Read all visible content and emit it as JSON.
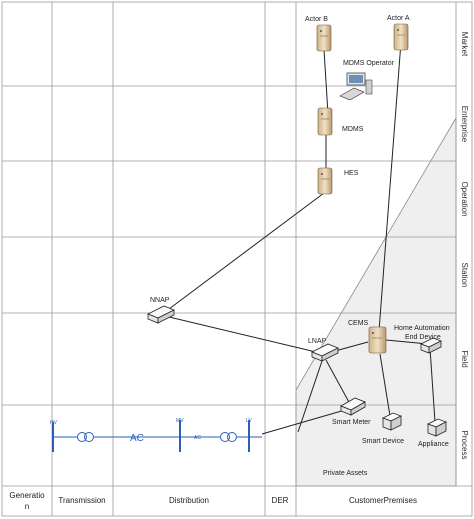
{
  "zones": [
    "Market",
    "Enterprise",
    "Operation",
    "Station",
    "Field",
    "Process"
  ],
  "domains": [
    "Generatio",
    "n",
    "Transmission",
    "Distribution",
    "DER",
    "CustomerPremises"
  ],
  "nodes": {
    "actor_b": "Actor B",
    "actor_a": "Actor A",
    "mdms_operator": "MDMS Operator",
    "mdms": "MDMS",
    "hes": "HES",
    "nnap": "NNAP",
    "lnap": "LNAP",
    "cems": "CEMS",
    "home_automation": "Home Automation",
    "end_device": "End Device",
    "smart_meter": "Smart Meter",
    "smart_device": "Smart Device",
    "appliance": "Appliance"
  },
  "private_assets": "Private Assets",
  "grid": {
    "hv": "HV",
    "mv": "MV",
    "lv": "LV",
    "ac_big": "AC",
    "ac_small": "AC"
  },
  "colors": {
    "grid_blue": "#2a5fb8",
    "border": "#9a9a9a",
    "private_fill": "#efefef",
    "server_fill": "#e8d3b0"
  }
}
